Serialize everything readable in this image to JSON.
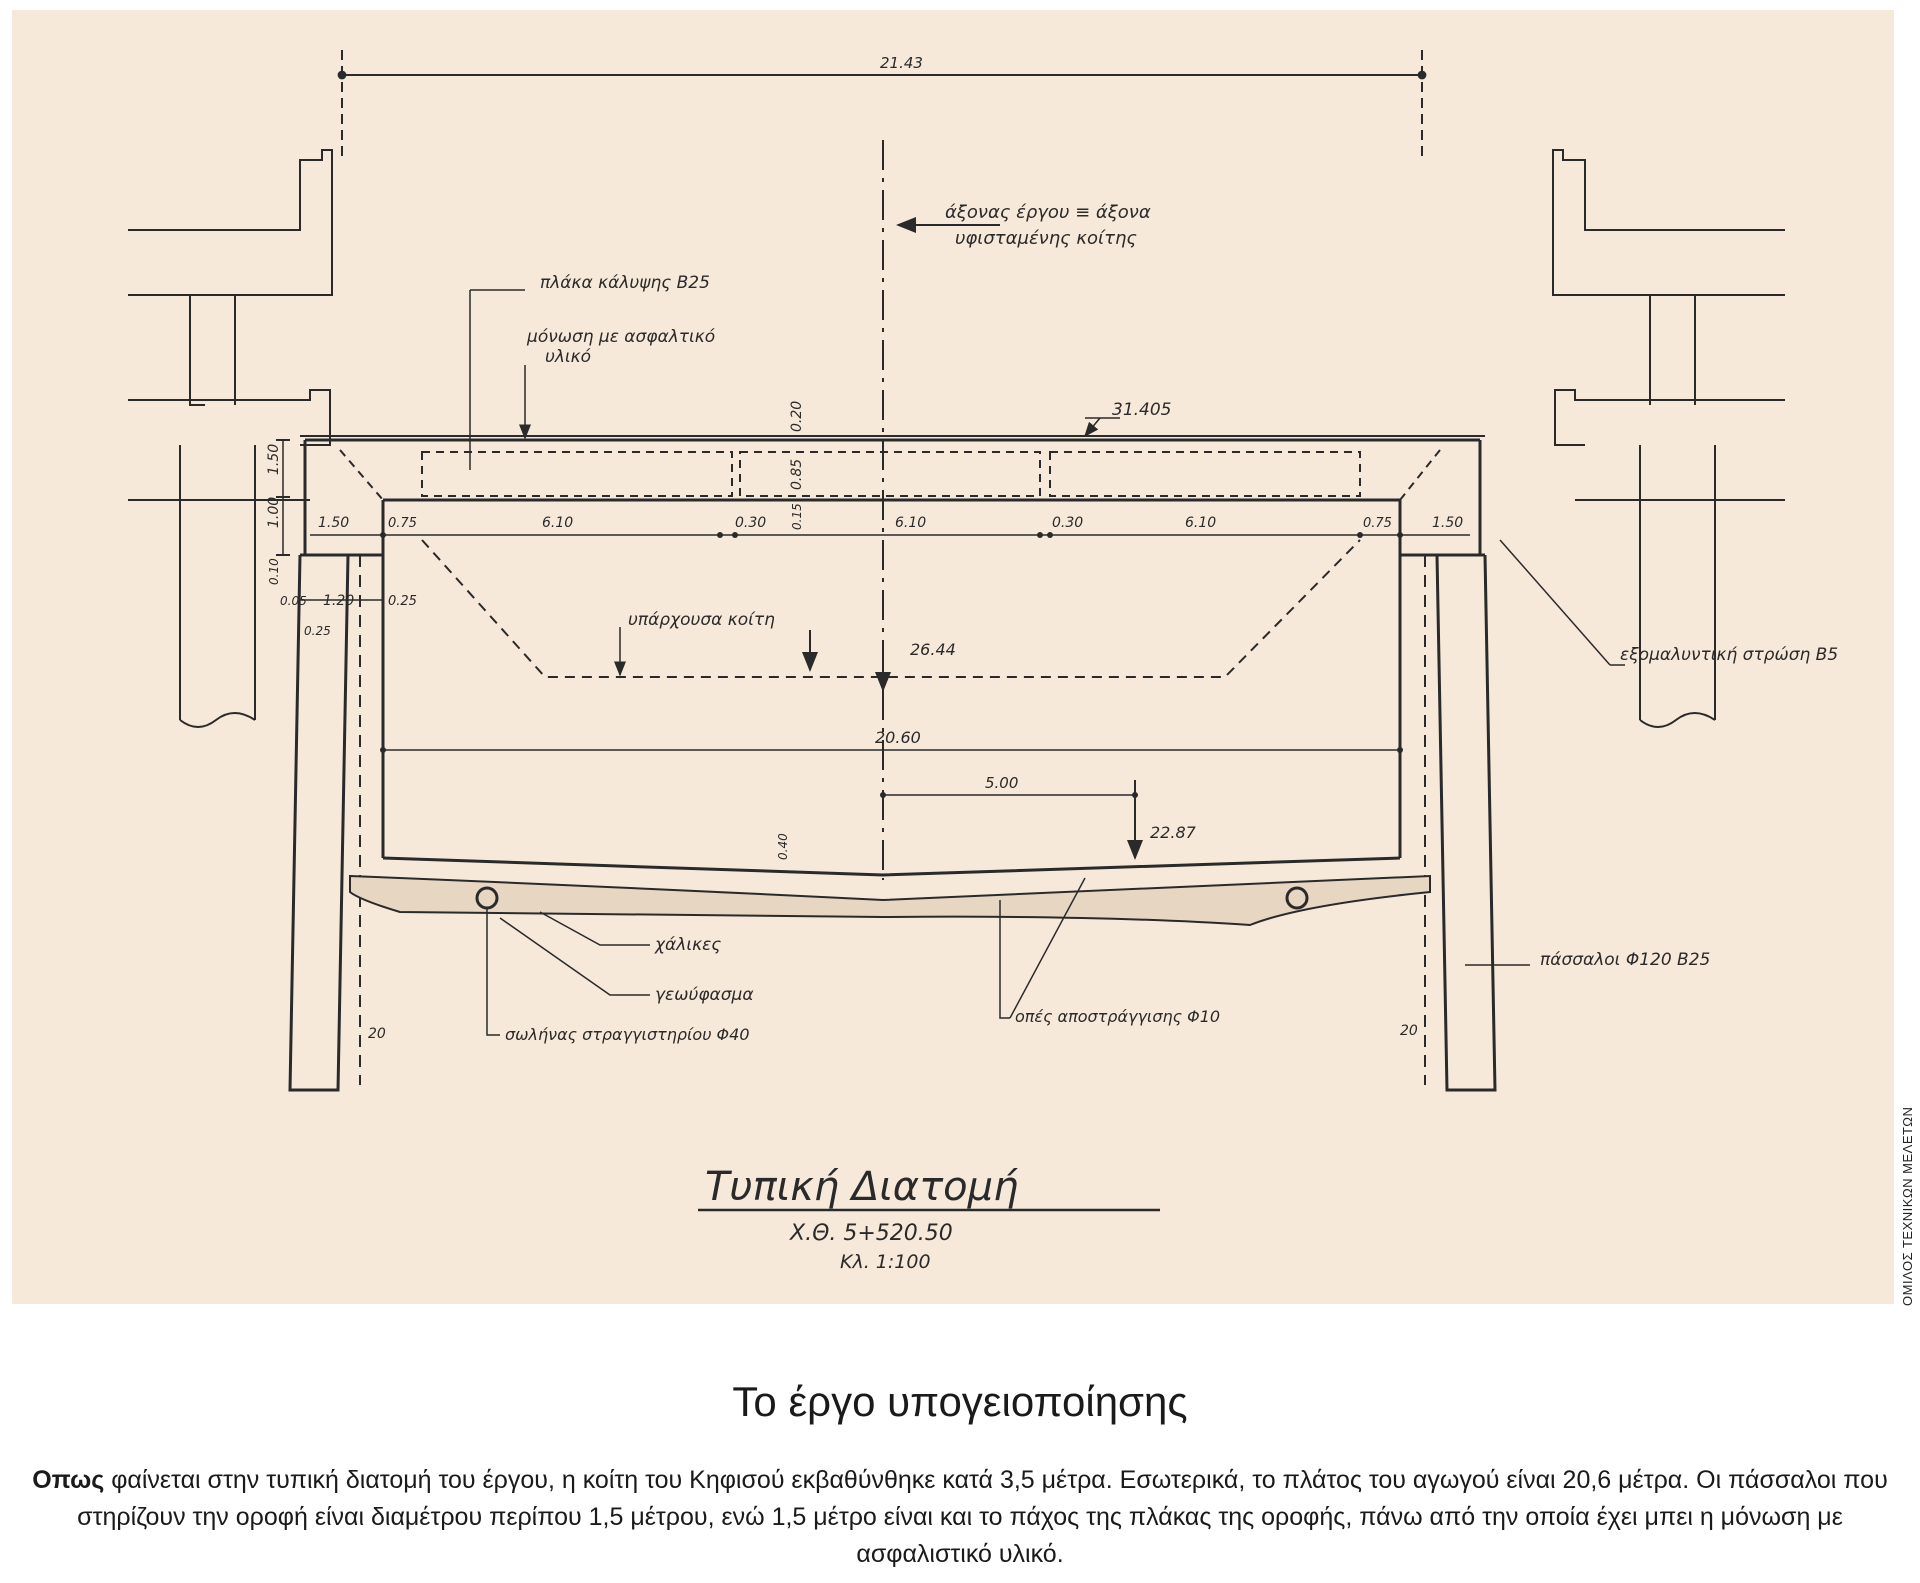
{
  "drawing": {
    "title": "Τυπική Διατομή",
    "chainage": "Χ.Θ. 5+520.50",
    "scale": "Κλ. 1:100",
    "dimensions": {
      "total_width": "21.43",
      "top_level": "31.405",
      "old_bed_level": "26.44",
      "inner_width": "20.60",
      "offset": "5.00",
      "invert_level": "22.87",
      "wall_left": "1.50",
      "wall_right": "1.50",
      "haunch_left": "0.75",
      "haunch_right": "0.75",
      "cell_1": "6.10",
      "cell_2": "6.10",
      "cell_3": "6.10",
      "gap_1": "0.30",
      "gap_2": "0.30",
      "slab_height": "1.50",
      "slab_100": "1.00",
      "slab_020": "0.20",
      "slab_085": "0.85",
      "slab_015": "0.15",
      "small_010": "0.10",
      "pile_005": "0.05",
      "pile_120": "1.20",
      "pile_025a": "0.25",
      "pile_025b": "0.25",
      "floor_040": "0.40",
      "pile_depth_left": "20",
      "pile_depth_right": "20"
    },
    "labels": {
      "axis_line1": "άξονας έργου ≡ άξονα",
      "axis_line2": "υφισταμένης κοίτης",
      "cover_slab": "πλάκα κάλυψης Β25",
      "insulation_line1": "μόνωση με ασφαλτικό",
      "insulation_line2": "υλικό",
      "existing_bed": "υπάρχουσα κοίτη",
      "leveling_layer": "εξομαλυντική στρώση Β5",
      "gravel": "χάλικες",
      "geotextile": "γεωύφασμα",
      "drain_pipe": "σωλήνας στραγγιστηρίου Φ40",
      "weep_holes": "οπές αποστράγγισης Φ10",
      "piles": "πάσσαλοι Φ120 Β25"
    }
  },
  "credit": "ΟΜΙΛΟΣ ΤΕΧΝΙΚΩΝ ΜΕΛΕΤΩΝ",
  "caption": {
    "title": "Το έργο υπογειοποίησης",
    "lead": "Οπως",
    "body": " φαίνεται στην τυπική διατομή του έργου, η κοίτη του Κηφισού εκβαθύνθηκε κατά 3,5 μέτρα. Εσωτερικά, το πλάτος του αγωγού είναι 20,6 μέτρα. Οι πάσσαλοι που στηρίζουν την οροφή είναι διαμέτρου περίπου 1,5 μέτρου, ενώ 1,5 μέτρο είναι και το πάχος της πλάκας της οροφής, πάνω από την οποία έχει μπει η μόνωση με ασφαλιστικό υλικό."
  },
  "colors": {
    "paper": "#f6e9d9",
    "ink": "#2a2a2a"
  }
}
